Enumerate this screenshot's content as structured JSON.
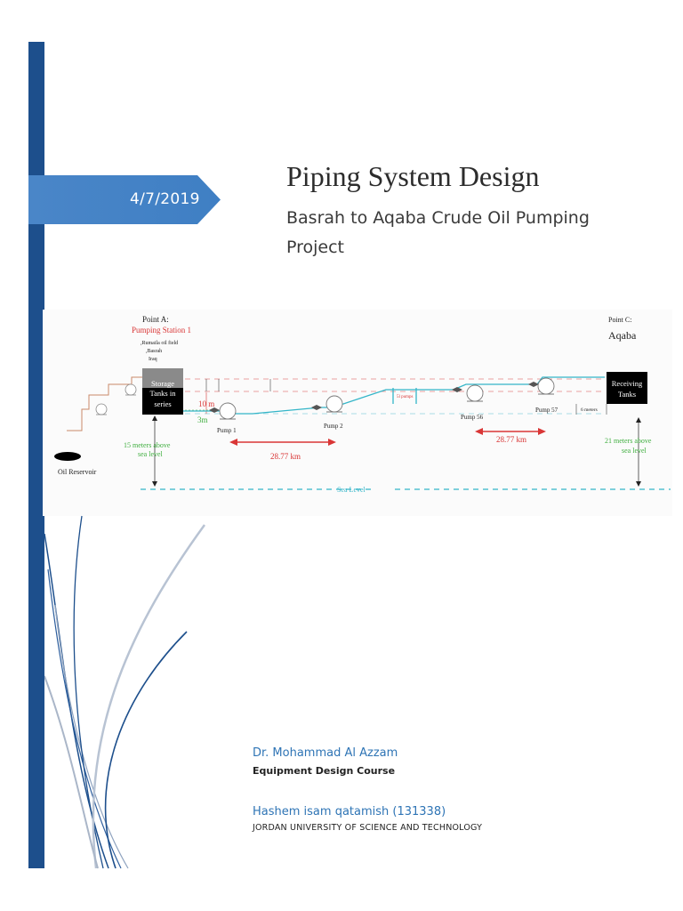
{
  "cover": {
    "date": "4/7/2019",
    "title": "Piping System Design",
    "subtitle": "Basrah to Aqaba Crude Oil Pumping Project",
    "author": "Dr. Mohammad Al Azzam",
    "course": "Equipment Design Course",
    "student": "Hashem isam qatamish (131338)",
    "university": "JORDAN UNIVERSITY OF SCIENCE AND TECHNOLOGY"
  },
  "diagram": {
    "point_a_title": "Point A:",
    "point_a_station": "Pumping Station 1",
    "point_a_loc1": ",Rumaila oil field",
    "point_a_loc2": ",Basrah",
    "point_a_loc3": "Iraq",
    "point_c_title": "Point C:",
    "point_c_city": "Aqaba",
    "storage_l1": "Storage",
    "storage_l2": "Tanks in",
    "storage_l3": "series",
    "receiving_l1": "Receiving",
    "receiving_l2": "Tanks",
    "dim_10m": "10 m",
    "dim_3m": "3m",
    "pump1": "Pump 1",
    "pump2": "Pump 2",
    "pump56": "Pump 56",
    "pump57": "Pump 57",
    "pumps_label": "5l pumps",
    "six_meters": "6 meters",
    "dist_left": "28.77 km",
    "dist_right": "28.77 km",
    "left_elev_l1": "15 meters above",
    "left_elev_l2": "sea level",
    "right_elev_l1": "21 meters above",
    "right_elev_l2": "sea level",
    "reservoir": "Oil Reservoir",
    "sea_level": "Sea Level",
    "colors": {
      "pipe": "#33b5c8",
      "dimension_red": "#d93636",
      "elevation_green": "#3fae3f",
      "dashed_red": "#e8a0a0"
    }
  }
}
